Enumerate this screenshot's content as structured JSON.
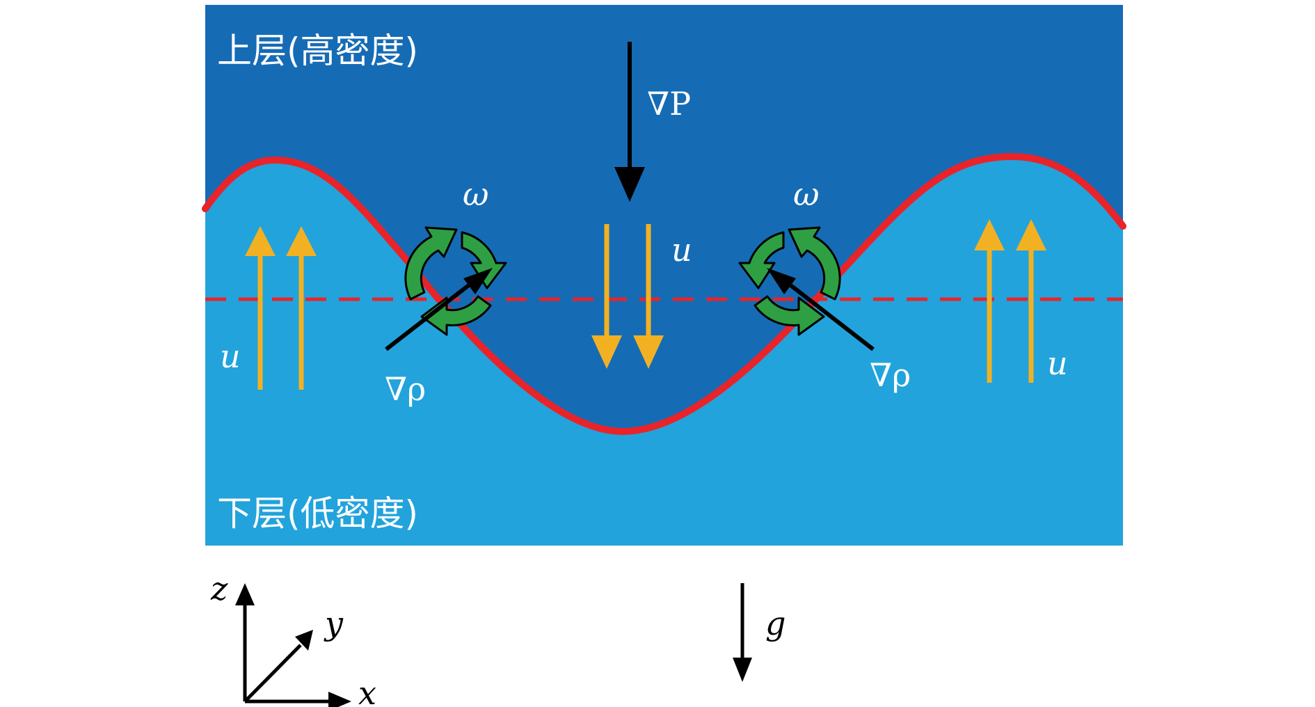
{
  "colors": {
    "upper_fluid": "#166bb5",
    "lower_fluid": "#22a3dc",
    "interface": "#e8242a",
    "reference_line": "#e8242a",
    "velocity_arrow": "#f2b122",
    "vortex_arrow": "#2ea043",
    "vector_arrow": "#000000"
  },
  "labels": {
    "upper_layer": "上层(高密度)",
    "lower_layer": "下层(低密度)",
    "pressure_gradient": "∇P",
    "vorticity_left": "ω",
    "vorticity_right": "ω",
    "velocity_left": "u",
    "velocity_center": "u",
    "velocity_right": "u",
    "density_gradient_left": "∇ρ",
    "density_gradient_right": "∇ρ",
    "gravity": "g",
    "axis_x": "x",
    "axis_y": "y",
    "axis_z": "z"
  },
  "icons": {
    "vortex_left": "counterclockwise-circular-arrows-icon",
    "vortex_right": "clockwise-circular-arrows-icon"
  }
}
